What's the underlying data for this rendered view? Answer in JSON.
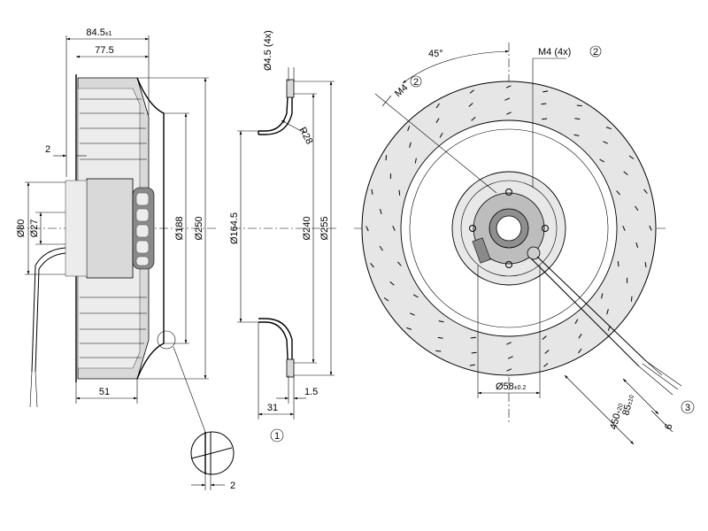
{
  "side_view": {
    "dims": {
      "overall_width": "84.5",
      "overall_width_tol": "±1",
      "blade_width": "77.5",
      "offset": "2",
      "hub_depth": "51",
      "d80": "Ø80",
      "d27": "Ø27",
      "d188": "Ø188",
      "d250": "Ø250"
    },
    "detail_dim": "2"
  },
  "inlet_ring": {
    "dims": {
      "hole": "Ø4.5 (4x)",
      "radius": "R28",
      "d164": "Ø164.5",
      "d240": "Ø240",
      "d255": "Ø255",
      "thickness": "1.5",
      "depth": "31"
    },
    "callout": "1"
  },
  "front_view": {
    "dims": {
      "angle": "45°",
      "m4_top": "M4 (4x)",
      "m4_top_ref": "2",
      "m4_diag": "M4",
      "m4_diag_ref": "2",
      "d58": "Ø58",
      "d58_tol": "±0.2",
      "lead_a": "85",
      "lead_a_tol": "±10",
      "lead_b": "450",
      "lead_b_tol": "+20",
      "wire": "6"
    },
    "callout": "3"
  },
  "colors": {
    "line": "#000000",
    "fill": "#d9d9d9",
    "background": "#ffffff"
  }
}
